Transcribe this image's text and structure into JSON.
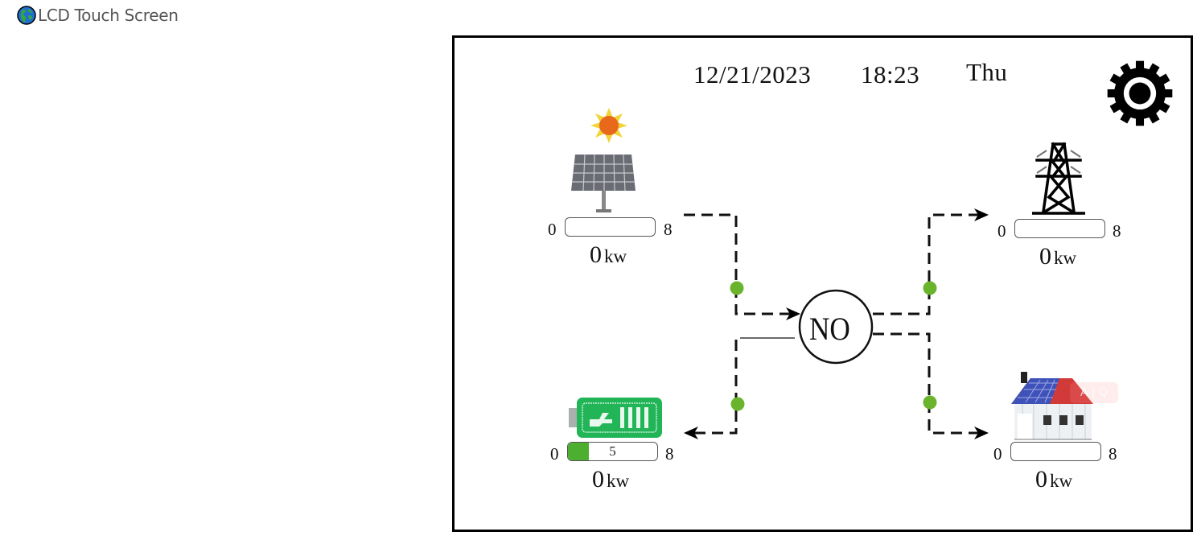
{
  "page": {
    "title": "LCD Touch Screen",
    "title_icon": "globe-icon"
  },
  "screen": {
    "date": "12/21/2023",
    "time": "18:23",
    "weekday": "Thu",
    "settings_icon": "gear-icon",
    "inverter": {
      "label": "NO",
      "icon": "inverter-circle"
    },
    "solar": {
      "icon": "solar-panel-icon",
      "min": "0",
      "max": "8",
      "bar_fill_fraction": 0,
      "bar_label": "",
      "power_value": "0",
      "power_unit": "kw"
    },
    "grid": {
      "icon": "power-tower-icon",
      "min": "0",
      "max": "8",
      "bar_fill_fraction": 0,
      "bar_label": "",
      "power_value": "0",
      "power_unit": "kw"
    },
    "battery": {
      "icon": "battery-icon",
      "min": "0",
      "max": "8",
      "bar_fill_fraction": 0.23,
      "bar_label": "5",
      "power_value": "0",
      "power_unit": "kw"
    },
    "home": {
      "icon": "house-icon",
      "min": "0",
      "max": "8",
      "bar_fill_fraction": 0,
      "bar_label": "",
      "power_value": "0",
      "power_unit": "kw"
    },
    "flow_indicator_color": "#6ab42d",
    "extension_widget_text": "A | Q"
  }
}
